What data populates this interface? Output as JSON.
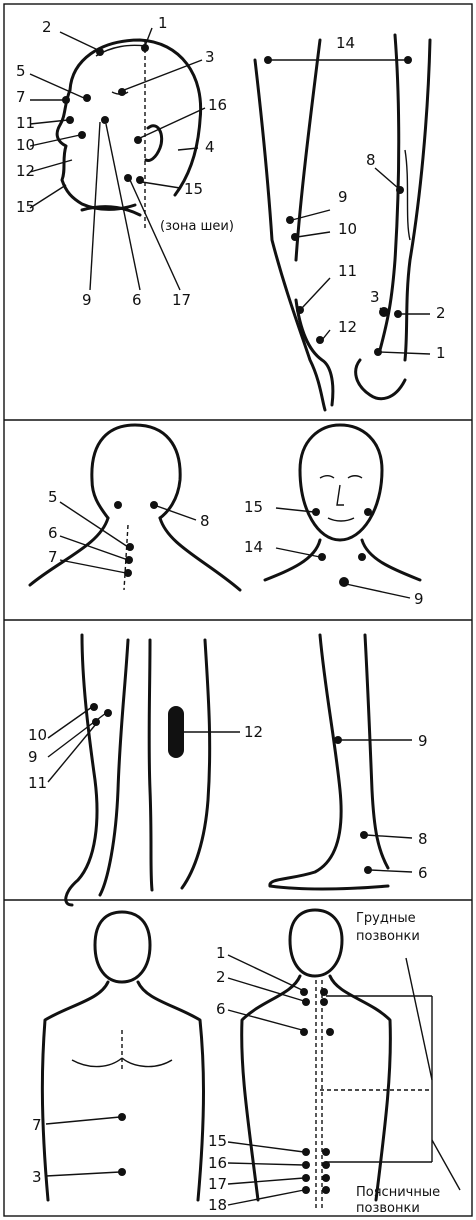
{
  "panels": {
    "head": {
      "labels": [
        "1",
        "2",
        "3",
        "5",
        "7",
        "16",
        "11",
        "10",
        "4",
        "12",
        "15",
        "9",
        "6",
        "17"
      ],
      "neck_zone": "(зона шеи)",
      "label15b": "15"
    },
    "arms": {
      "labels": [
        "14",
        "8",
        "9",
        "10",
        "11",
        "3",
        "2",
        "12",
        "1"
      ]
    },
    "nape": {
      "labels": [
        "5",
        "8",
        "6",
        "7"
      ]
    },
    "face": {
      "labels": [
        "15",
        "14",
        "9"
      ]
    },
    "legs_back": {
      "labels": [
        "10",
        "9",
        "11",
        "12"
      ]
    },
    "leg_side": {
      "labels": [
        "9",
        "8",
        "6"
      ]
    },
    "torso": {
      "labels": [
        "7",
        "3"
      ]
    },
    "back": {
      "labels": [
        "1",
        "2",
        "6",
        "15",
        "16",
        "17",
        "18"
      ],
      "thoracic_line1": "Грудные",
      "thoracic_line2": "позвонки",
      "lumbar_line1": "Поясничные",
      "lumbar_line2": "позвонки"
    }
  }
}
